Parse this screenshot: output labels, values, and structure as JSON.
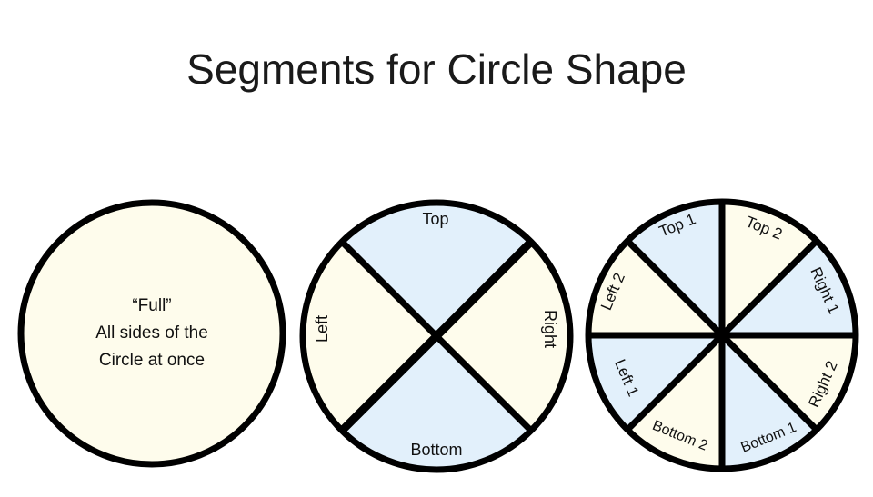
{
  "title": "Segments for Circle Shape",
  "colors": {
    "cream": "#fefcec",
    "blue": "#e2f0fb",
    "outline": "#000000"
  },
  "circles": [
    {
      "name": "full",
      "lines": [
        "“Full”",
        "All sides of the",
        "Circle at once"
      ]
    },
    {
      "name": "four-segments",
      "segments": [
        "Top",
        "Right",
        "Bottom",
        "Left"
      ],
      "segment_colors": [
        "blue",
        "cream",
        "blue",
        "cream"
      ]
    },
    {
      "name": "eight-segments",
      "segments": [
        "Top 1",
        "Top 2",
        "Right 1",
        "Right 2",
        "Bottom 1",
        "Bottom 2",
        "Left 1",
        "Left 2"
      ],
      "segment_colors": [
        "blue",
        "cream",
        "blue",
        "cream",
        "blue",
        "cream",
        "blue",
        "cream"
      ]
    }
  ]
}
